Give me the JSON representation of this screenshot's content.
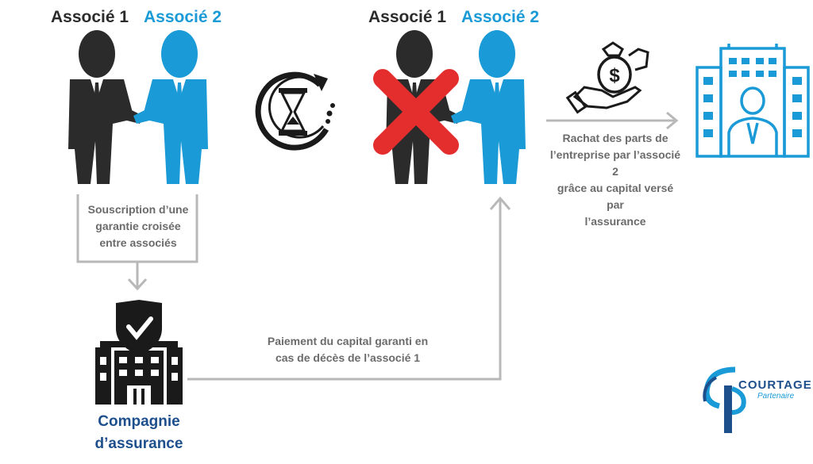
{
  "left_pair": {
    "partner1": "Associé 1",
    "partner2": "Associé 2"
  },
  "right_pair": {
    "partner1": "Associé 1",
    "partner2": "Associé 2"
  },
  "subscription_label": [
    "Souscription d’une",
    "garantie croisée",
    "entre associés"
  ],
  "payment_label": [
    "Paiement du capital garanti en",
    "cas de décès de l’associé 1"
  ],
  "buyback_label": [
    "Rachat des parts de",
    "l’entreprise par l’associé 2",
    "grâce au capital versé par",
    "l’assurance"
  ],
  "insurer_label": [
    "Compagnie",
    "d’assurance"
  ],
  "logo": {
    "main": "COURTAGE",
    "sub": "Partenaire"
  },
  "colors": {
    "dark": "#2b2b2b",
    "blue": "#1a9ad6",
    "grey": "#b8b8b8",
    "red": "#e42d2d",
    "navy": "#1d4f8c"
  },
  "icons": [
    "businessman-icon",
    "hourglass-time-icon",
    "cross-mark-icon",
    "money-hand-icon",
    "company-building-icon",
    "insurance-building-icon"
  ]
}
